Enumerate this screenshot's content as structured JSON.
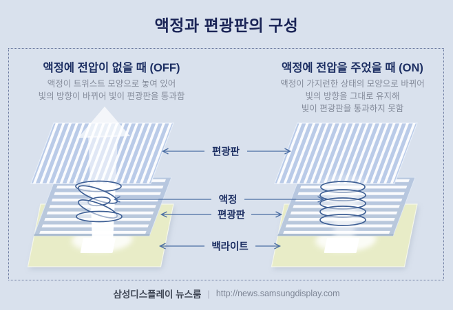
{
  "title": "액정과 편광판의 구성",
  "panels": {
    "left": {
      "heading": "액정에 전압이 없을 때 (OFF)",
      "description_lines": {
        "0": "액정이 트위스트 모양으로 놓여 있어",
        "1": "빛의 방향이 바뀌어 빛이 편광판을 통과함"
      }
    },
    "right": {
      "heading": "액정에 전압을 주었을 때 (ON)",
      "description_lines": {
        "0": "액정이 가지런한 상태의 모양으로 바뀌어",
        "1": "빛의 방향을 그대로 유지해",
        "2": "빛이 편광판을 통과하지 못함"
      }
    }
  },
  "layer_labels": [
    {
      "label": "편광판"
    },
    {
      "label": "액정"
    },
    {
      "label": "편광판"
    },
    {
      "label": "백라이트"
    }
  ],
  "icons": {
    "left_right_arrows": "double-headed connector arrows",
    "light_beam": "white upward arrow (light passing through)"
  },
  "footer": {
    "source": "삼성디스플레이 뉴스룸",
    "separator": "|",
    "url": "http://news.samsungdisplay.com"
  },
  "colors": {
    "background": "#d9e1ed",
    "title_text": "#1a2456",
    "heading_text": "#1d2f63",
    "description_text": "#858c9b",
    "label_text": "#1d2f63",
    "arrow": "#4a6da3",
    "box_border": "#64739a",
    "polarizer_plate": "#b7c9e7",
    "lower_polarizer_plate": "#b4c4dd",
    "backlight_plate": "#e8ecc7",
    "liquid_crystal_outline": "#3e5f94",
    "light_beam": "#ffffff",
    "footer_source_text": "#3f4654",
    "footer_url_text": "#7d8595"
  }
}
